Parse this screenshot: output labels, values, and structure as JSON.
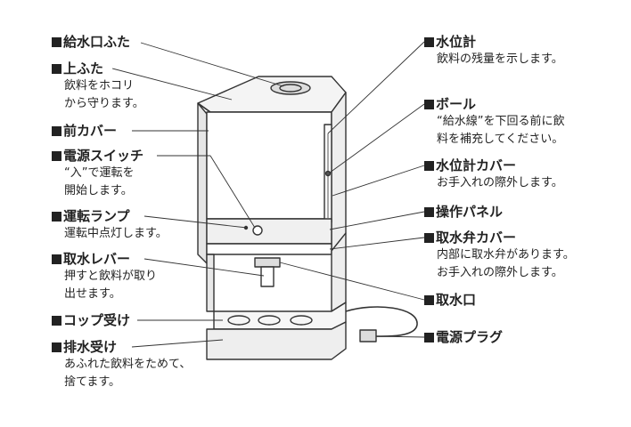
{
  "labels": {
    "lid_cap": {
      "title": "給水口ふた",
      "desc": []
    },
    "top_lid": {
      "title": "上ふた",
      "desc": [
        "飲料をホコリ",
        "から守ります。"
      ]
    },
    "front_cover": {
      "title": "前カバー",
      "desc": []
    },
    "power_switch": {
      "title": "電源スイッチ",
      "desc": [
        "“入”で運転を",
        "開始します。"
      ]
    },
    "run_lamp": {
      "title": "運転ランプ",
      "desc": [
        "運転中点灯します。"
      ]
    },
    "lever": {
      "title": "取水レバー",
      "desc": [
        "押すと飲料が取り",
        "出せます。"
      ]
    },
    "cup_tray": {
      "title": "コップ受け",
      "desc": []
    },
    "drain_tray": {
      "title": "排水受け",
      "desc": [
        "あふれた飲料をためて、",
        "捨てます。"
      ]
    },
    "gauge": {
      "title": "水位計",
      "desc": [
        "飲料の残量を示します。"
      ]
    },
    "ball": {
      "title": "ボール",
      "desc": [
        "“給水線”を下回る前に飲",
        "料を補充してください。"
      ]
    },
    "gauge_cover": {
      "title": "水位計カバー",
      "desc": [
        "お手入れの際外します。"
      ]
    },
    "panel": {
      "title": "操作パネル",
      "desc": []
    },
    "valve_cover": {
      "title": "取水弁カバー",
      "desc": [
        "内部に取水弁があります。",
        "お手入れの際外します。"
      ]
    },
    "outlet": {
      "title": "取水口",
      "desc": []
    },
    "plug": {
      "title": "電源プラグ",
      "desc": []
    }
  },
  "colors": {
    "line": "#333333",
    "body": "#ffffff",
    "text": "#222222"
  }
}
